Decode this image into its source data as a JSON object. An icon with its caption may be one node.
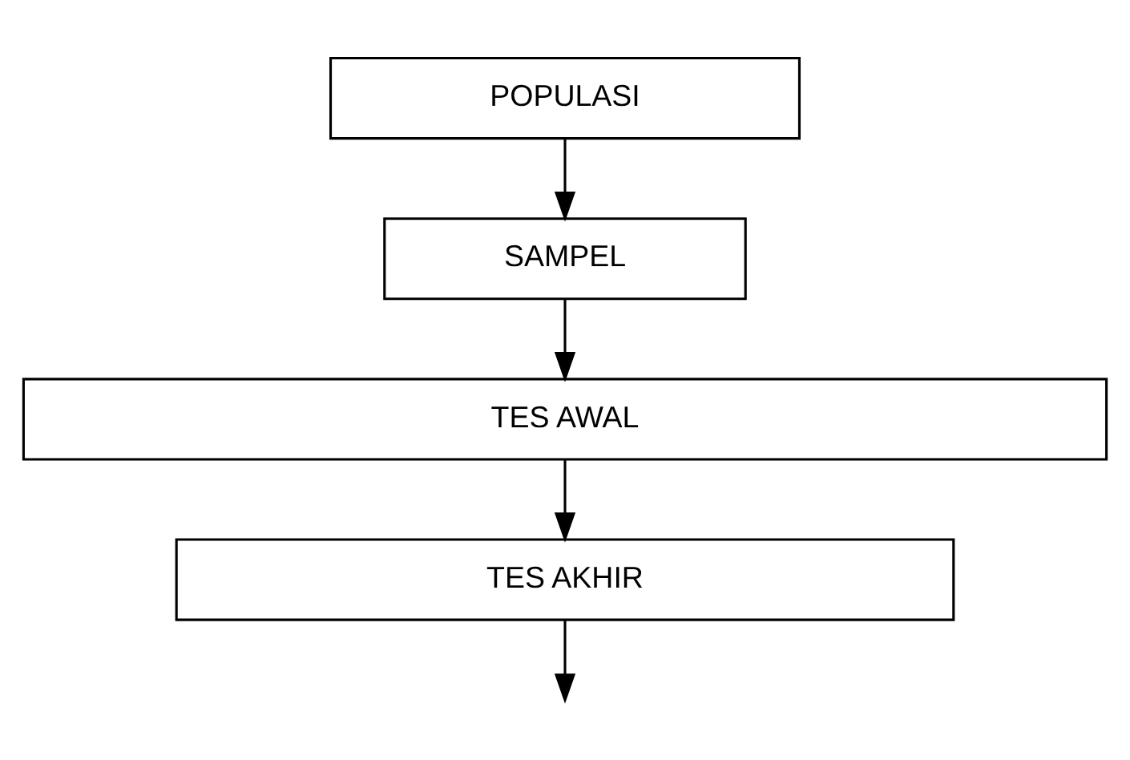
{
  "diagram": {
    "nodes": [
      {
        "text": [
          "POPULASI"
        ]
      },
      {
        "text": [
          "SAMPEL"
        ]
      },
      {
        "text": [
          "TES AWAL"
        ]
      },
      {
        "text": [
          "TES AKHIR"
        ]
      }
    ],
    "edges": [
      {
        "from": 0,
        "to": 1,
        "arrow": "to"
      },
      {
        "from": 1,
        "to": 2,
        "arrow": "to"
      },
      {
        "from": 2,
        "to": 3,
        "arrow": "to"
      },
      {
        "from": 3,
        "to": null,
        "arrow": "to"
      }
    ]
  }
}
